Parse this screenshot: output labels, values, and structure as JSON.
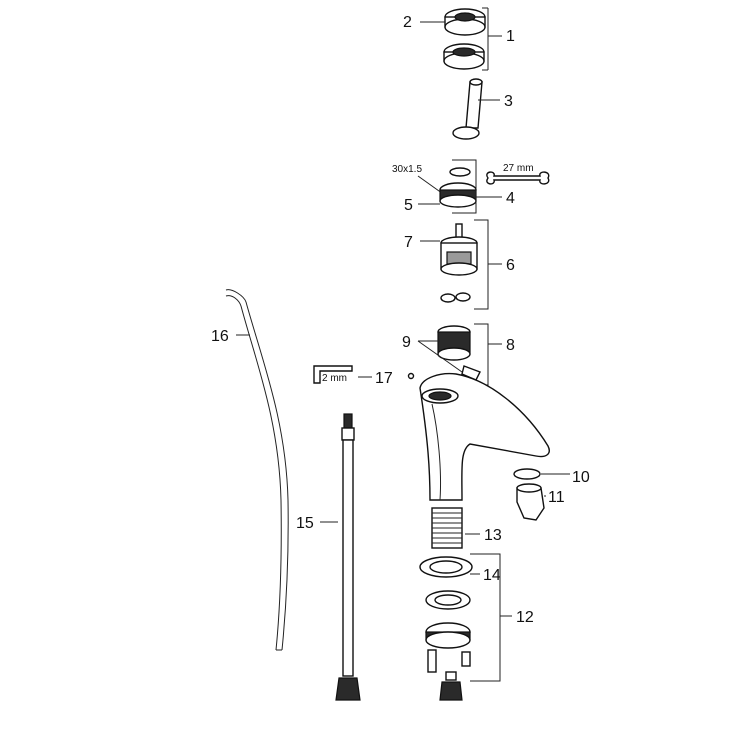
{
  "callouts": {
    "c1": "1",
    "c2": "2",
    "c3": "3",
    "c4": "4",
    "c5": "5",
    "c6": "6",
    "c7": "7",
    "c8": "8",
    "c9": "9",
    "c10": "10",
    "c11": "11",
    "c12": "12",
    "c13": "13",
    "c14": "14",
    "c15": "15",
    "c16": "16",
    "c17": "17"
  },
  "specs": {
    "thread": "30x1.5",
    "wrench_size": "27 mm",
    "hex_key_size": "2 mm"
  },
  "colors": {
    "line": "#222222",
    "fill": "#ffffff",
    "dark": "#2a2a2a"
  }
}
